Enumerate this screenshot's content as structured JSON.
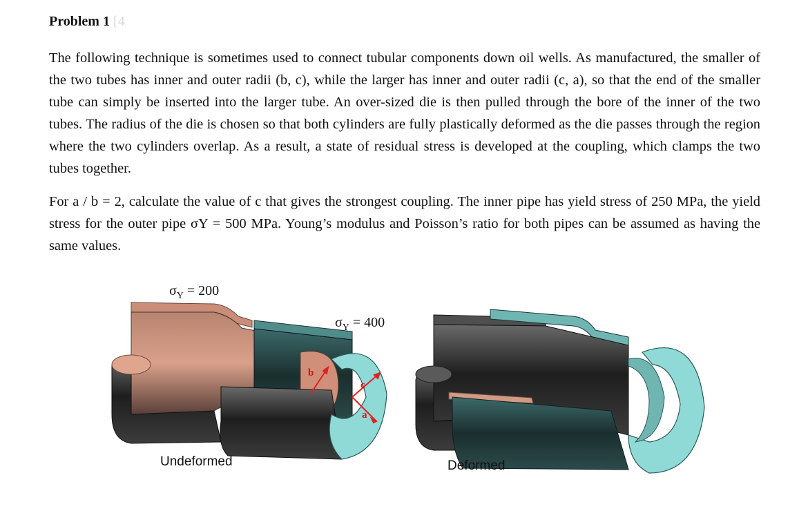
{
  "problem": {
    "label": "Problem 1",
    "faded_text": "[4"
  },
  "paragraph1": "The following technique is sometimes used to connect tubular components down oil wells. As manufactured, the smaller of the two tubes has inner and outer radii (b, c), while the larger has inner and outer radii (c, a), so that the end of the smaller tube can simply be inserted into the larger tube. An over-sized die is then pulled through the bore of the inner of the two tubes. The radius of the die is chosen so that both cylinders are fully plastically deformed as the die passes through the region where the two cylinders overlap. As a result, a state of residual stress is developed at the coupling, which clamps the two tubes together.",
  "paragraph2": "For a / b = 2, calculate the value of c that gives the strongest coupling. The inner pipe has yield stress of 250 MPa, the yield stress for the outer pipe σY = 500 MPa. Young’s modulus and Poisson’s ratio for both pipes can be assumed as having the same values.",
  "figure": {
    "sigma_inner": {
      "symbol": "σ",
      "sub": "Y",
      "value": " = 200"
    },
    "sigma_outer": {
      "symbol": "σ",
      "sub": "Y",
      "value": " = 400"
    },
    "label_b": "b",
    "label_c": "c",
    "label_a": "a",
    "caption_left": "Undeformed",
    "caption_right": "Deformed",
    "colors": {
      "inner_pipe": "#d9a08a",
      "outer_pipe": "#8fdad6",
      "dark": "#2b2b2b",
      "arrow": "#e02020"
    }
  }
}
